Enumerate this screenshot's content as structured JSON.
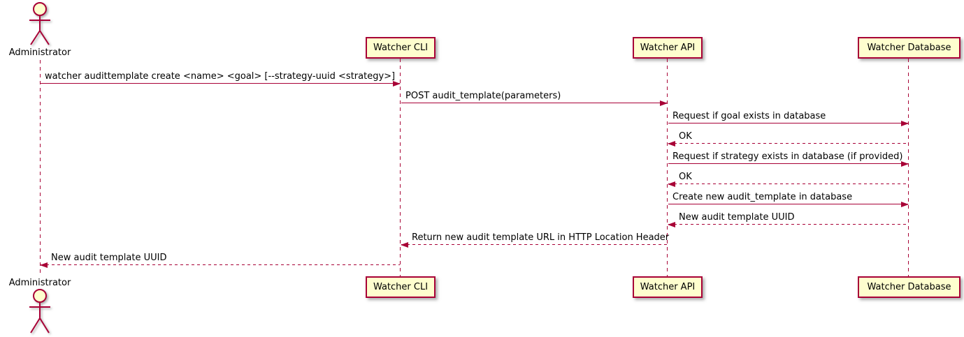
{
  "diagram": {
    "type": "sequence-diagram",
    "colors": {
      "participant_fill": "#FEFECE",
      "border": "#A80036",
      "arrow": "#A80036",
      "text": "#000000",
      "background": "#FFFFFF"
    },
    "actors": [
      {
        "name": "Administrator"
      }
    ],
    "participants": [
      {
        "label": "Watcher CLI"
      },
      {
        "label": "Watcher API"
      },
      {
        "label": "Watcher Database"
      }
    ],
    "messages": [
      {
        "from": "Administrator",
        "to": "Watcher CLI",
        "label": "watcher audittemplate create <name> <goal> [--strategy-uuid <strategy>]",
        "style": "solid"
      },
      {
        "from": "Watcher CLI",
        "to": "Watcher API",
        "label": "POST audit_template(parameters)",
        "style": "solid"
      },
      {
        "from": "Watcher API",
        "to": "Watcher Database",
        "label": "Request if goal exists in database",
        "style": "solid"
      },
      {
        "from": "Watcher Database",
        "to": "Watcher API",
        "label": "OK",
        "style": "dashed"
      },
      {
        "from": "Watcher API",
        "to": "Watcher Database",
        "label": "Request if strategy exists in database (if provided)",
        "style": "solid"
      },
      {
        "from": "Watcher Database",
        "to": "Watcher API",
        "label": "OK",
        "style": "dashed"
      },
      {
        "from": "Watcher API",
        "to": "Watcher Database",
        "label": "Create new audit_template in database",
        "style": "solid"
      },
      {
        "from": "Watcher Database",
        "to": "Watcher API",
        "label": "New audit template UUID",
        "style": "dashed"
      },
      {
        "from": "Watcher API",
        "to": "Watcher CLI",
        "label": "Return new audit template URL in HTTP Location Header",
        "style": "dashed"
      },
      {
        "from": "Watcher CLI",
        "to": "Administrator",
        "label": "New audit template UUID",
        "style": "dashed"
      }
    ]
  }
}
